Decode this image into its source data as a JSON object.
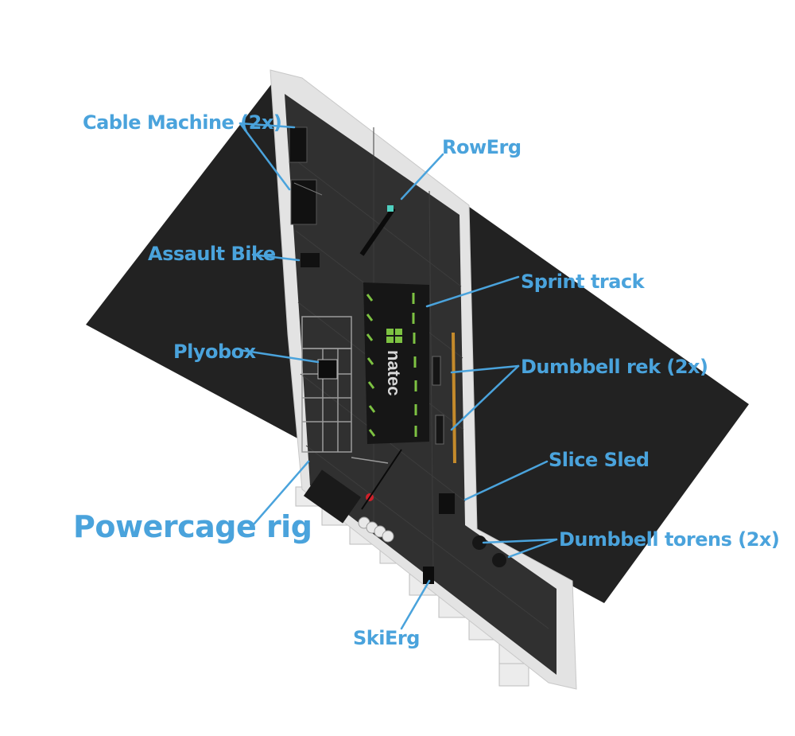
{
  "logo": {
    "text": "natec"
  },
  "colors": {
    "label": "#4aa3dc",
    "floor": "#2a2a2a",
    "wall": "#dcdcdc",
    "accent_green": "#7dc242",
    "rig": "#888888"
  },
  "labels": {
    "cable_machine": "Cable Machine (2x)",
    "rowerg": "RowErg",
    "assault_bike": "Assault Bike",
    "sprint_track": "Sprint track",
    "plyobox": "Plyobox",
    "dumbbell_rek": "Dumbbell rek (2x)",
    "slice_sled": "Slice Sled",
    "powercage_rig": "Powercage rig",
    "dumbbell_torens": "Dumbbell torens (2x)",
    "skierg": "SkiErg"
  }
}
